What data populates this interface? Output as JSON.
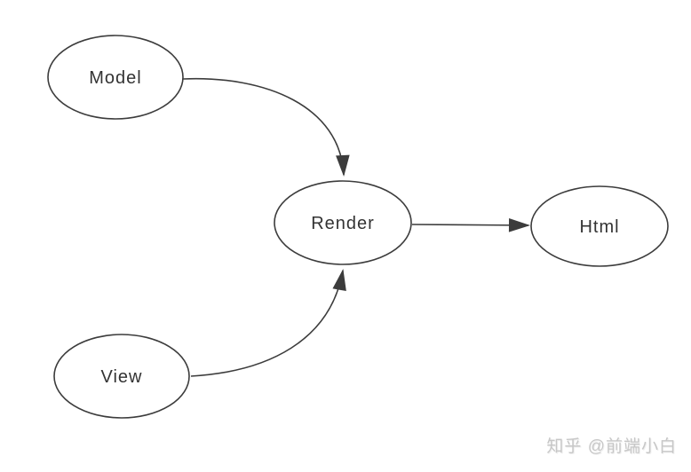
{
  "diagram": {
    "nodes": [
      {
        "id": "model",
        "label": "Model"
      },
      {
        "id": "render",
        "label": "Render"
      },
      {
        "id": "html",
        "label": "Html"
      },
      {
        "id": "view",
        "label": "View"
      }
    ],
    "edges": [
      {
        "from": "Model",
        "to": "Render",
        "style": "curved-arrow"
      },
      {
        "from": "View",
        "to": "Render",
        "style": "curved-arrow"
      },
      {
        "from": "Render",
        "to": "Html",
        "style": "straight-arrow"
      }
    ],
    "colors": {
      "stroke": "#3c3c3c",
      "text": "#333333",
      "background": "#ffffff",
      "watermark": "#c7c7c7"
    }
  },
  "watermark": {
    "label": "知乎 @前端小白"
  }
}
